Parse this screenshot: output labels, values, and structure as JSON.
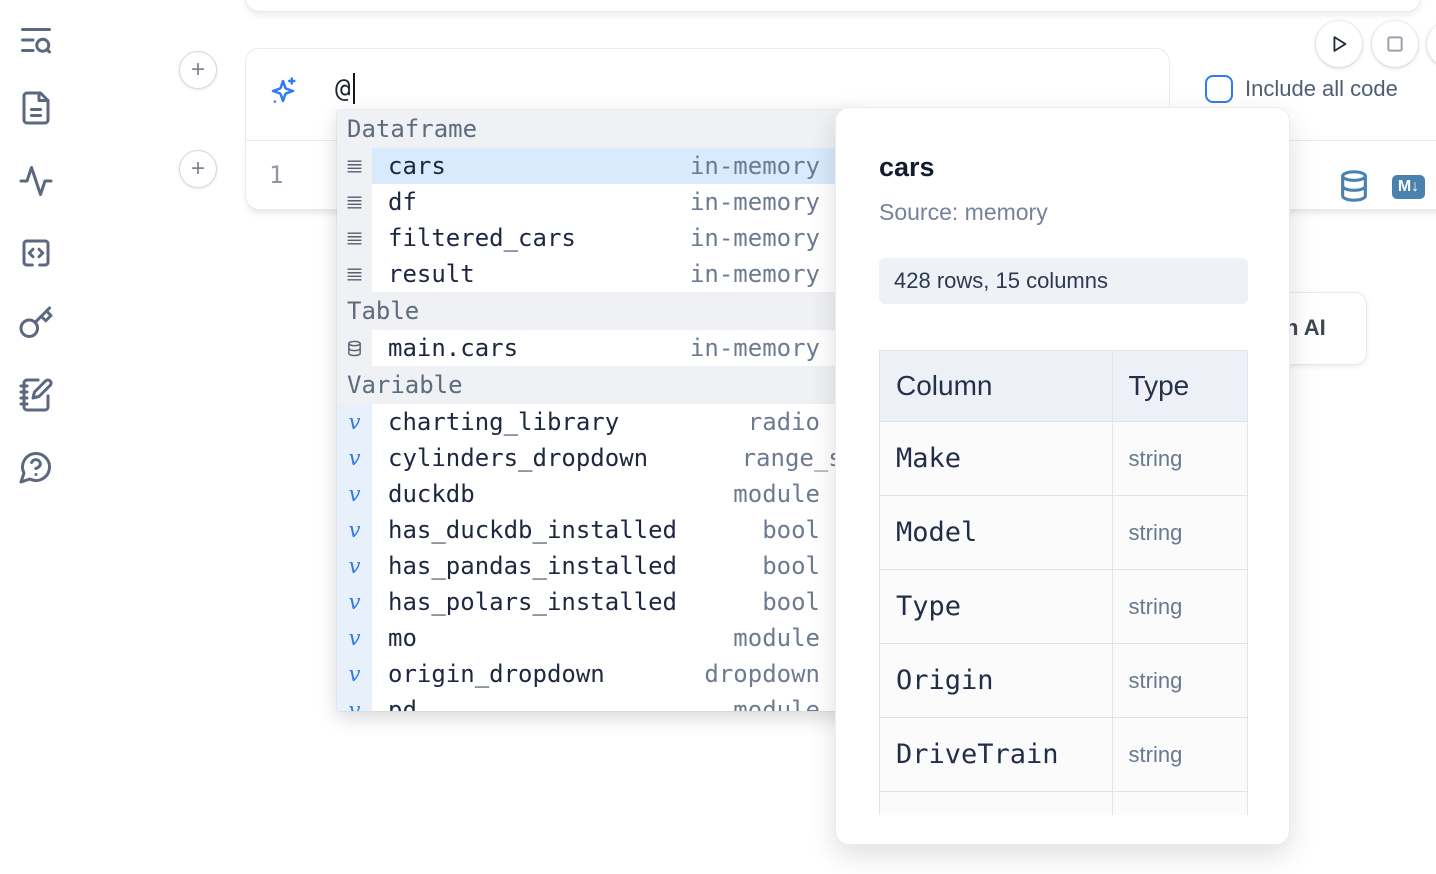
{
  "colors": {
    "accent_blue": "#2e7bf3",
    "steel_blue": "#4a81ad",
    "selection_highlight": "#d8eafc",
    "sidebar_icon": "#5b6880",
    "mono_text": "#1d2740",
    "detail_text": "#6d7b91"
  },
  "sidebar": {
    "items": [
      {
        "icon": "list-search-icon"
      },
      {
        "icon": "file-text-icon"
      },
      {
        "icon": "activity-icon"
      },
      {
        "icon": "code-square-icon"
      },
      {
        "icon": "key-icon"
      },
      {
        "icon": "notebook-pen-icon"
      },
      {
        "icon": "help-circle-icon"
      }
    ]
  },
  "run_controls": {
    "play_icon": "play",
    "stop_icon": "stop",
    "third_button_partial": true
  },
  "prompt": {
    "value": "@",
    "include_all_code": {
      "label": "Include all code",
      "checked": false
    }
  },
  "editor": {
    "line_number": "1",
    "database_icon": "database",
    "markdown_badge": "M↓"
  },
  "ai_button": {
    "visible_label": "h AI"
  },
  "autocomplete": {
    "sections": [
      {
        "label": "Dataframe",
        "items": [
          {
            "icon": "dataframe",
            "label": "cars",
            "detail": "in-memory",
            "selected": true
          },
          {
            "icon": "dataframe",
            "label": "df",
            "detail": "in-memory"
          },
          {
            "icon": "dataframe",
            "label": "filtered_cars",
            "detail": "in-memory"
          },
          {
            "icon": "dataframe",
            "label": "result",
            "detail": "in-memory"
          }
        ]
      },
      {
        "label": "Table",
        "items": [
          {
            "icon": "database",
            "label": "main.cars",
            "detail": "in-memory"
          }
        ]
      },
      {
        "label": "Variable",
        "items": [
          {
            "icon": "variable",
            "label": "charting_library",
            "detail": "radio"
          },
          {
            "icon": "variable",
            "label": "cylinders_dropdown",
            "detail": "range_slider",
            "detail_overflow": true
          },
          {
            "icon": "variable",
            "label": "duckdb",
            "detail": "module"
          },
          {
            "icon": "variable",
            "label": "has_duckdb_installed",
            "detail": "bool"
          },
          {
            "icon": "variable",
            "label": "has_pandas_installed",
            "detail": "bool"
          },
          {
            "icon": "variable",
            "label": "has_polars_installed",
            "detail": "bool"
          },
          {
            "icon": "variable",
            "label": "mo",
            "detail": "module"
          },
          {
            "icon": "variable",
            "label": "origin_dropdown",
            "detail": "dropdown"
          },
          {
            "icon": "variable",
            "label": "pd",
            "detail": "module",
            "partial": true
          }
        ]
      }
    ]
  },
  "preview": {
    "title": "cars",
    "source": "Source: memory",
    "shape": "428 rows, 15 columns",
    "table": {
      "headers": [
        "Column",
        "Type"
      ],
      "rows": [
        [
          "Make",
          "string"
        ],
        [
          "Model",
          "string"
        ],
        [
          "Type",
          "string"
        ],
        [
          "Origin",
          "string"
        ],
        [
          "DriveTrain",
          "string"
        ],
        [
          "",
          ""
        ]
      ]
    }
  }
}
